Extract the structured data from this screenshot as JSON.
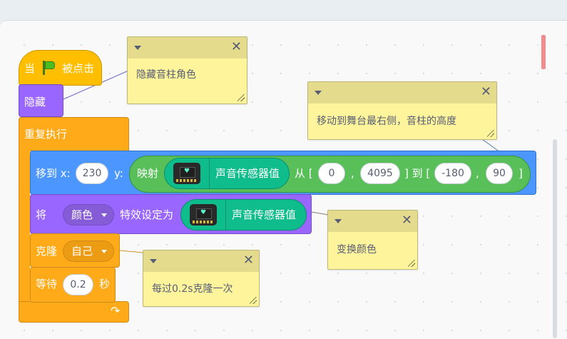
{
  "blocks": {
    "when_flag": {
      "prefix": "当",
      "suffix": "被点击"
    },
    "hide": {
      "label": "隐藏"
    },
    "forever": {
      "label": "重复执行"
    },
    "goto": {
      "label_x": "移到 x:",
      "x_value": "230",
      "label_y": "y:",
      "map_label": "映射",
      "sensor_label": "声音传感器值",
      "from_label": "从 [",
      "from_min": "0",
      "comma1": ",",
      "from_max": "4095",
      "to_label": "] 到 [",
      "to_min": "-180",
      "comma2": ",",
      "to_max": "90",
      "end_bracket": "]"
    },
    "set_effect": {
      "prefix": "将",
      "effect": "颜色",
      "middle": "特效设定为",
      "sensor_label": "声音传感器值"
    },
    "clone": {
      "label": "克隆",
      "target": "自己"
    },
    "wait": {
      "label": "等待",
      "seconds": "0.2",
      "unit": "秒"
    }
  },
  "comments": [
    {
      "text": "隐藏音柱角色"
    },
    {
      "text": "移动到舞台最右侧，音柱的高度"
    },
    {
      "text": "变换颜色"
    },
    {
      "text": "每过0.2s克隆一次"
    }
  ],
  "icons": {
    "green_flag": "green-flag-icon",
    "loop_arrow": "loop-arrow-icon",
    "board_chip": "microbit-board-icon",
    "dropdown": "chevron-down-icon",
    "close": "close-icon",
    "collapse": "collapse-triangle-icon",
    "resize": "resize-handle-icon"
  },
  "colors": {
    "events": "#ffbf00",
    "looks": "#9966ff",
    "control": "#ffab19",
    "motion": "#4c97ff",
    "operators": "#59c059",
    "extension": "#0fbd8c",
    "comment": "#fef49c",
    "scroll_marker": "#f28b8b"
  }
}
